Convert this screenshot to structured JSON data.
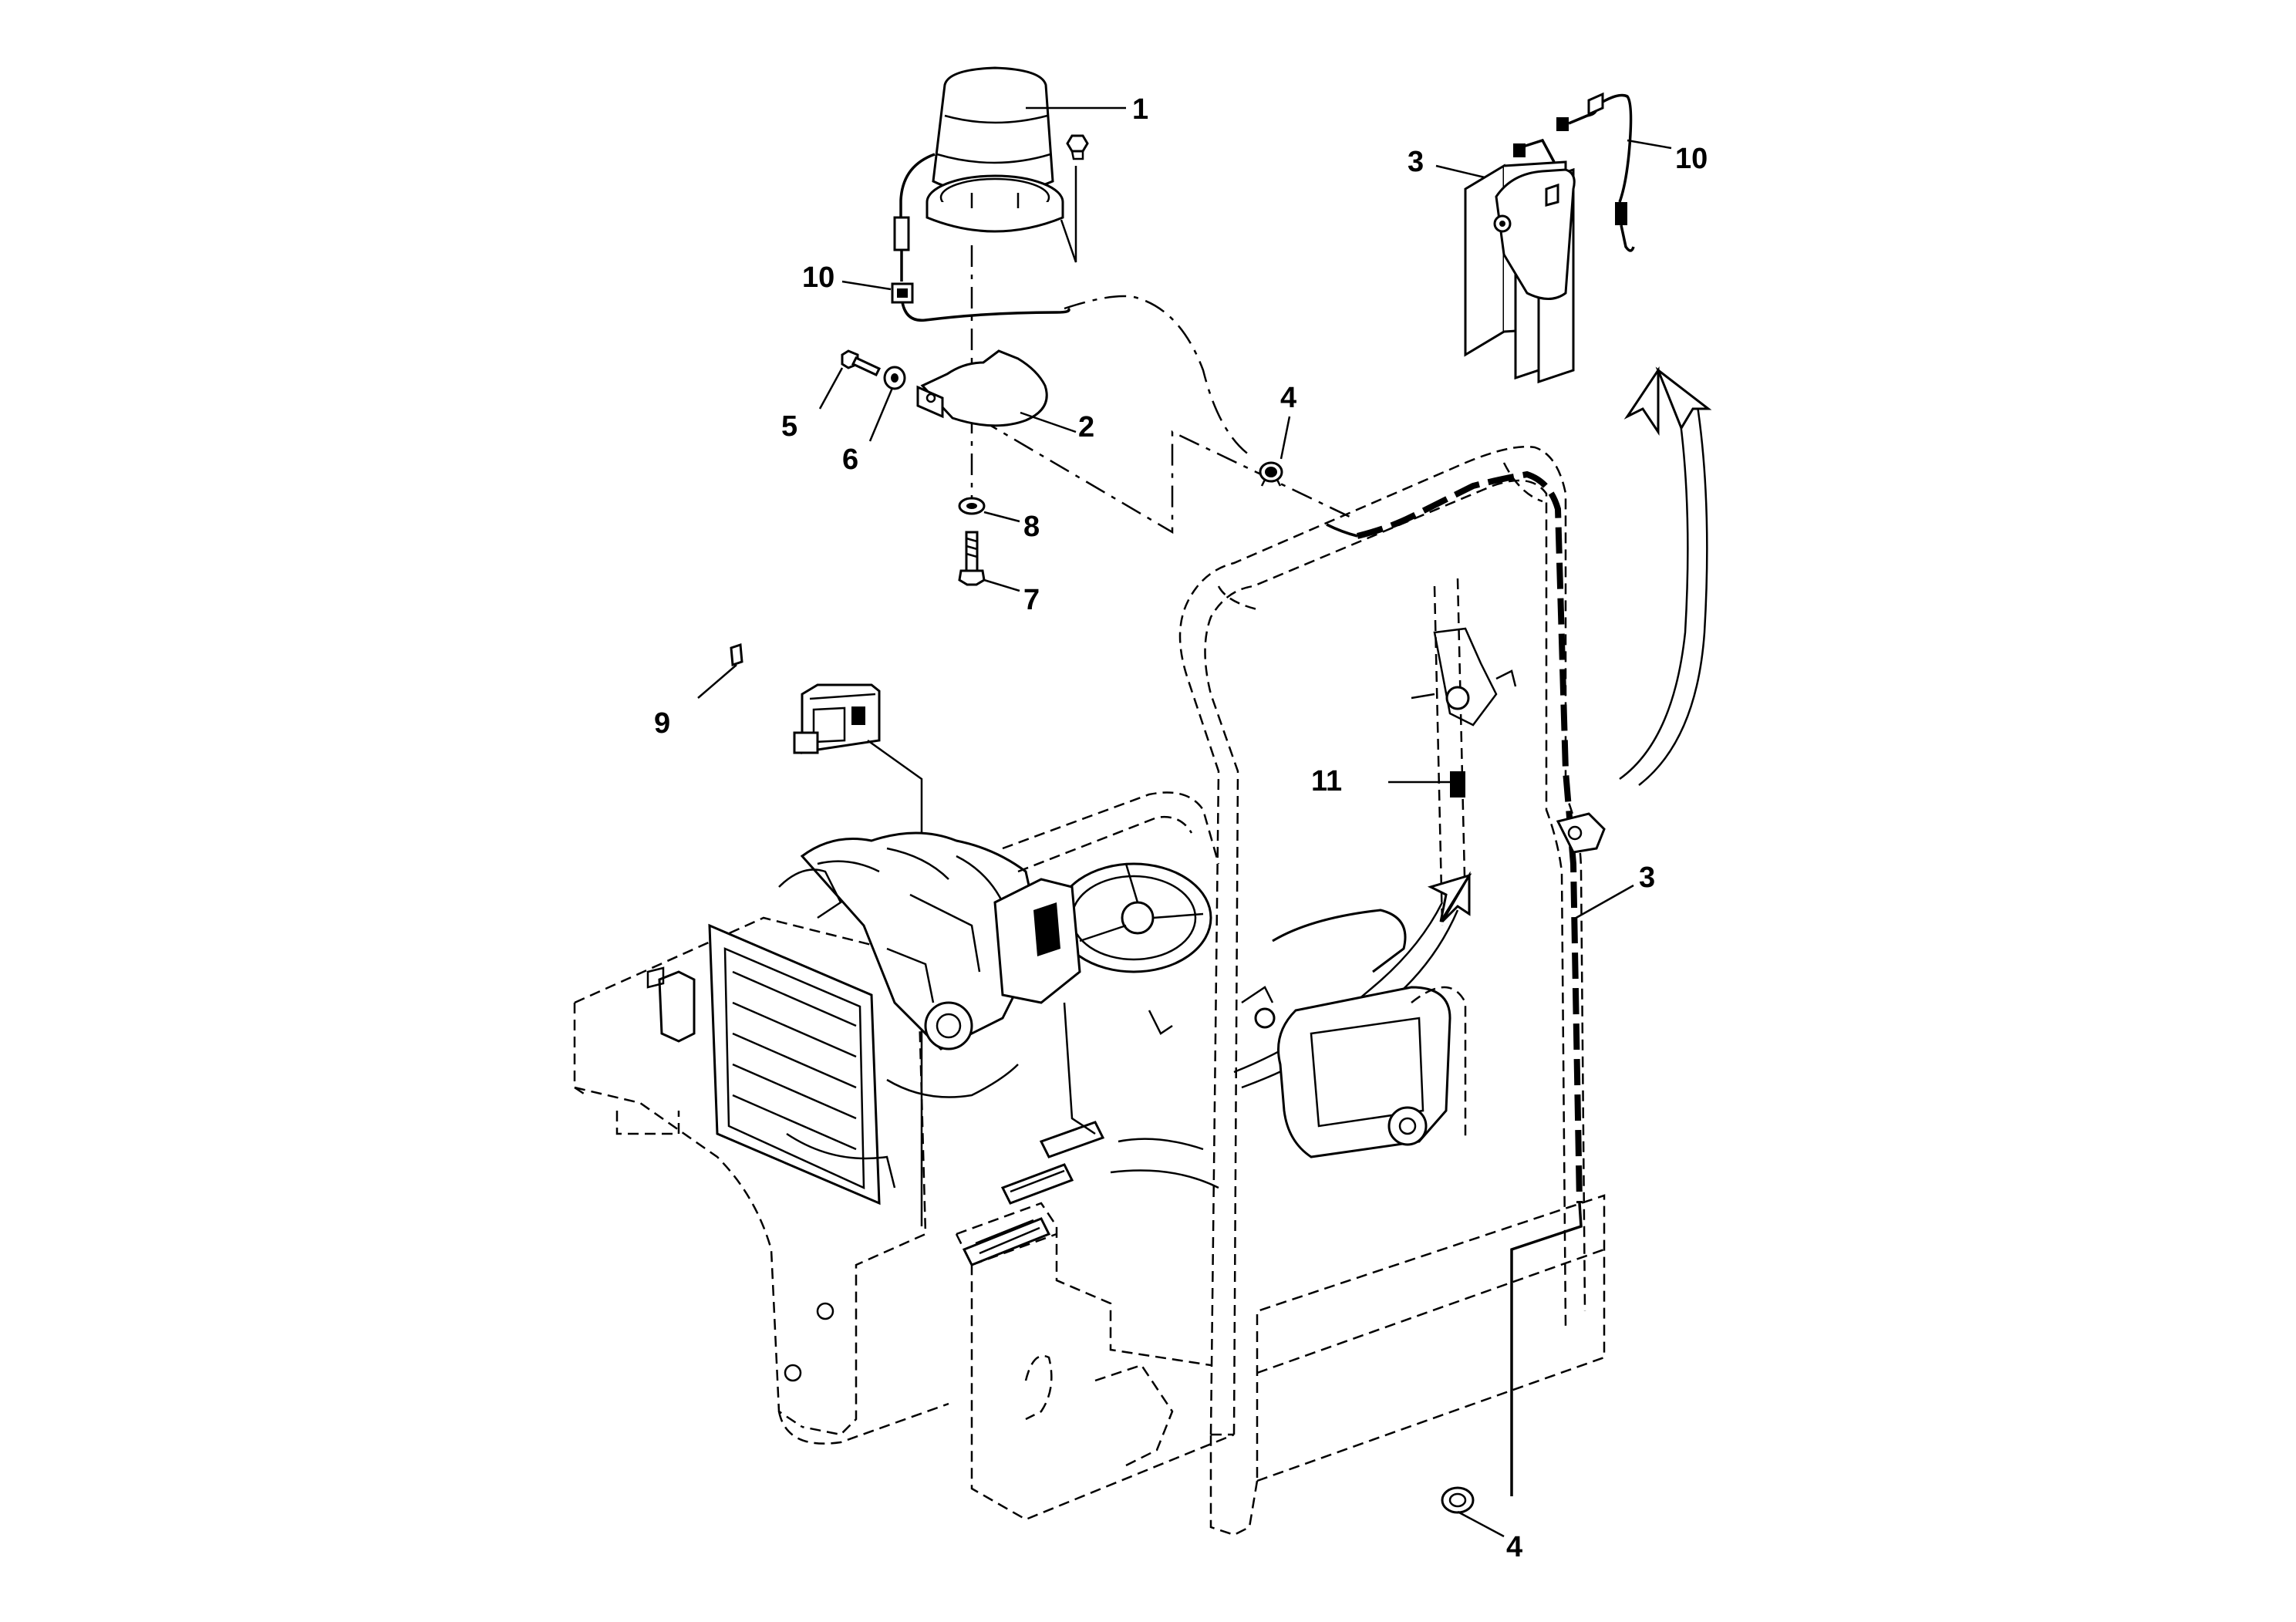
{
  "diagram": {
    "callouts": {
      "c1": "1",
      "c2": "2",
      "c3_top": "3",
      "c3_mid": "3",
      "c4_top": "4",
      "c4_bottom": "4",
      "c5": "5",
      "c6": "6",
      "c7": "7",
      "c8": "8",
      "c9": "9",
      "c10_left": "10",
      "c10_right": "10",
      "c11": "11"
    }
  }
}
